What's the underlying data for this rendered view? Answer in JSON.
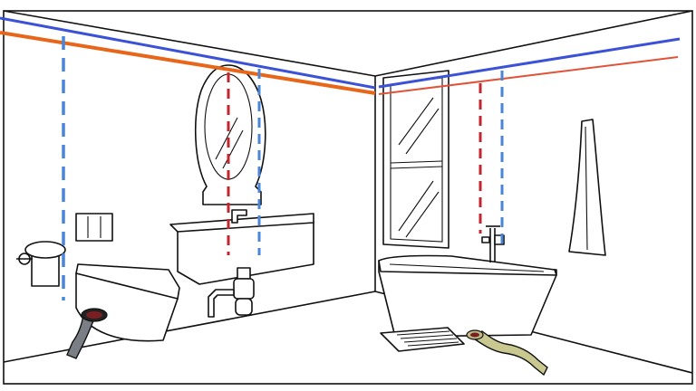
{
  "colors": {
    "cold_water": "#3b52d6",
    "hot_water": "#e8661a",
    "hot_water_thin": "#e0533a",
    "cold_drop": "#4a86d8",
    "hot_drop": "#c2262e",
    "drain_gray": "#7a7f85",
    "drain_olive": "#c9c890",
    "line": "#111111"
  },
  "pipes": [
    {
      "id": "cold-supply",
      "kind": "cold water supply"
    },
    {
      "id": "hot-supply",
      "kind": "hot water supply"
    }
  ],
  "fixtures": [
    "toilet-paper-holder-icon",
    "flush-plate-icon",
    "wall-hung-toilet-icon",
    "oval-mirror-icon",
    "vanity-sink-icon",
    "basin-faucet-icon",
    "bottle-trap-icon",
    "window-icon",
    "bathtub-icon",
    "bath-mixer-icon",
    "towel-icon",
    "bath-mat-icon",
    "toilet-drain-pipe-icon",
    "bathtub-drain-pipe-icon"
  ]
}
